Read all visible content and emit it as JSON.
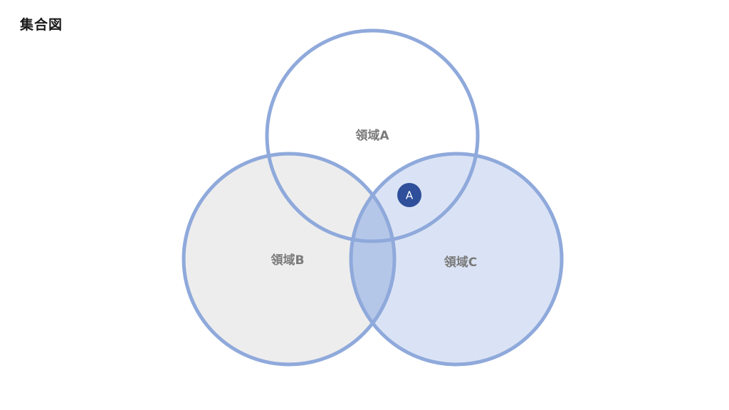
{
  "title": "集合図",
  "regions": {
    "a": {
      "label": "領域A"
    },
    "b": {
      "label": "領域B"
    },
    "c": {
      "label": "領域C"
    }
  },
  "marker": {
    "label": "A"
  },
  "colors": {
    "outline": "#8fa9db",
    "fill_a": "#ffffff",
    "fill_b": "#ededed",
    "fill_c": "#dae3f5",
    "overlap_bc": "#b5c7e8",
    "marker_fill": "#2f4f9a",
    "marker_text": "#ffffff",
    "label_text": "#7a7a7a"
  }
}
